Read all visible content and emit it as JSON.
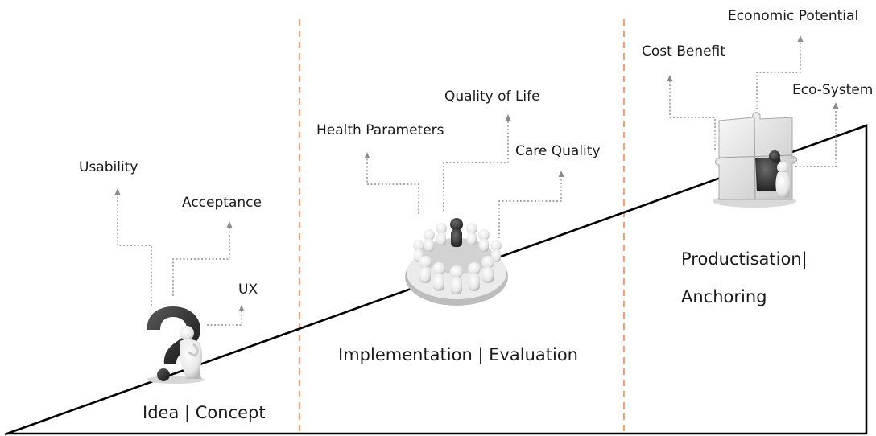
{
  "phases": {
    "idea": "Idea | Concept",
    "implementation": "Implementation | Evaluation",
    "productisation_line1": "Productisation|",
    "productisation_line2": "Anchoring"
  },
  "idea_labels": {
    "usability": "Usability",
    "acceptance": "Acceptance",
    "ux": "UX"
  },
  "implementation_labels": {
    "health": "Health Parameters",
    "quality_of_life": "Quality of Life",
    "care_quality": "Care Quality"
  },
  "productisation_labels": {
    "cost_benefit": "Cost Benefit",
    "economic_potential": "Economic Potential",
    "eco_system": "Eco-System"
  },
  "icons": [
    "question-figure-icon",
    "team-circle-icon",
    "puzzle-figure-icon"
  ],
  "colors": {
    "divider": "#f2a27a",
    "connector": "#8c8c8c",
    "ramp": "#000000",
    "text": "#1a1a1a"
  }
}
